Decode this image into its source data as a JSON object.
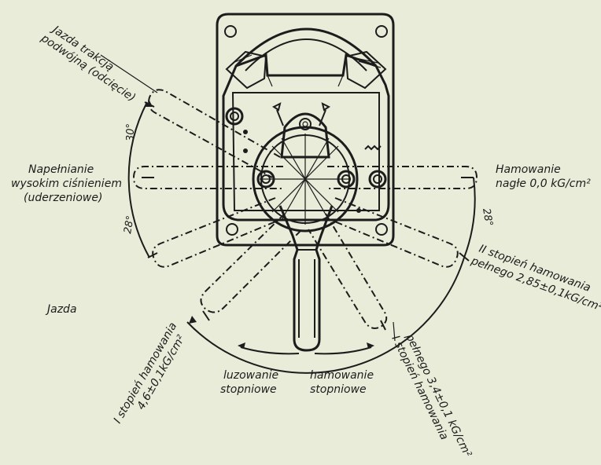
{
  "positions": {
    "double_traction": [
      "Jazda trakcją",
      "podwójną (odcięcie)"
    ],
    "high_pressure_fill": [
      "Napełnianie",
      "wysokim ciśnieniem",
      "(uderzeniowe)"
    ],
    "running": "Jazda",
    "emergency": [
      "Hamowanie",
      "nagłe 0,0 kG/cm²"
    ],
    "full_stage_2": [
      "II stopień hamowania",
      "pełnego 2,85±0,1kG/cm²"
    ],
    "full_stage_1": [
      "I stopień hamowania",
      "pełnego 3,4±0,1 kG/cm²"
    ],
    "stage_1": [
      "I stopień hamowania",
      "4,6±0,1kG/cm²"
    ],
    "gradual_release": [
      "luzowanie",
      "stopniowe"
    ],
    "gradual_braking": [
      "hamowanie",
      "stopniowe"
    ]
  },
  "angles": {
    "a30": "30°",
    "a28_left": "28°",
    "a28_right": "28°"
  }
}
